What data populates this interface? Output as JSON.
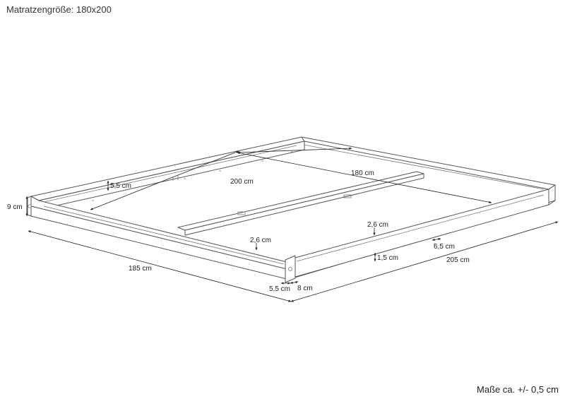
{
  "header": {
    "title": "Matratzengröße: 180x200"
  },
  "footer": {
    "tolerance": "Maße ca. +/- 0,5 cm"
  },
  "dimensions": {
    "height": "9 cm",
    "width_outer": "185 cm",
    "length_outer": "205 cm",
    "width_inner": "180 cm",
    "length_inner": "200 cm",
    "rail_ledge": "5,5 cm",
    "slat_depth_left": "2,6 cm",
    "slat_depth_right": "2,6 cm",
    "ledge_height": "1,5 cm",
    "foot_width": "8 cm",
    "foot_offset": "5,5 cm",
    "foot_inset": "6,5 cm"
  }
}
